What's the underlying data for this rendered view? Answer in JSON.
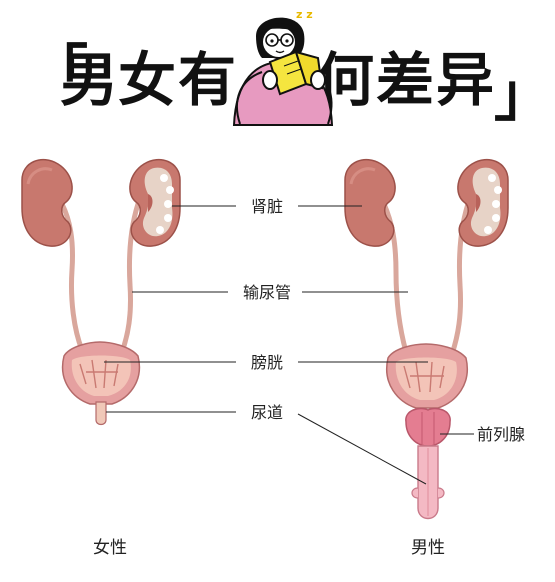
{
  "title": {
    "open_bracket": "「",
    "char1": "男",
    "char2": "女",
    "char3": "有",
    "char4": "何",
    "char5": "差",
    "char6": "异",
    "close_bracket": "」",
    "sleep_mark": "z z"
  },
  "labels": {
    "kidney": "肾脏",
    "ureter": "输尿管",
    "bladder": "膀胱",
    "urethra": "尿道",
    "prostate": "前列腺"
  },
  "captions": {
    "female": "女性",
    "male": "男性"
  },
  "colors": {
    "kidney": "#c8786e",
    "kidney_dark": "#a85a52",
    "kidney_inner": "#e7d3c7",
    "ureter": "#d9a79c",
    "bladder": "#e5a0a0",
    "bladder_inner": "#f3c4b8",
    "prostate": "#e47d91",
    "urethra_male": "#f4b9c4",
    "reader_shirt": "#e79ac0",
    "book": "#f5e53f"
  }
}
